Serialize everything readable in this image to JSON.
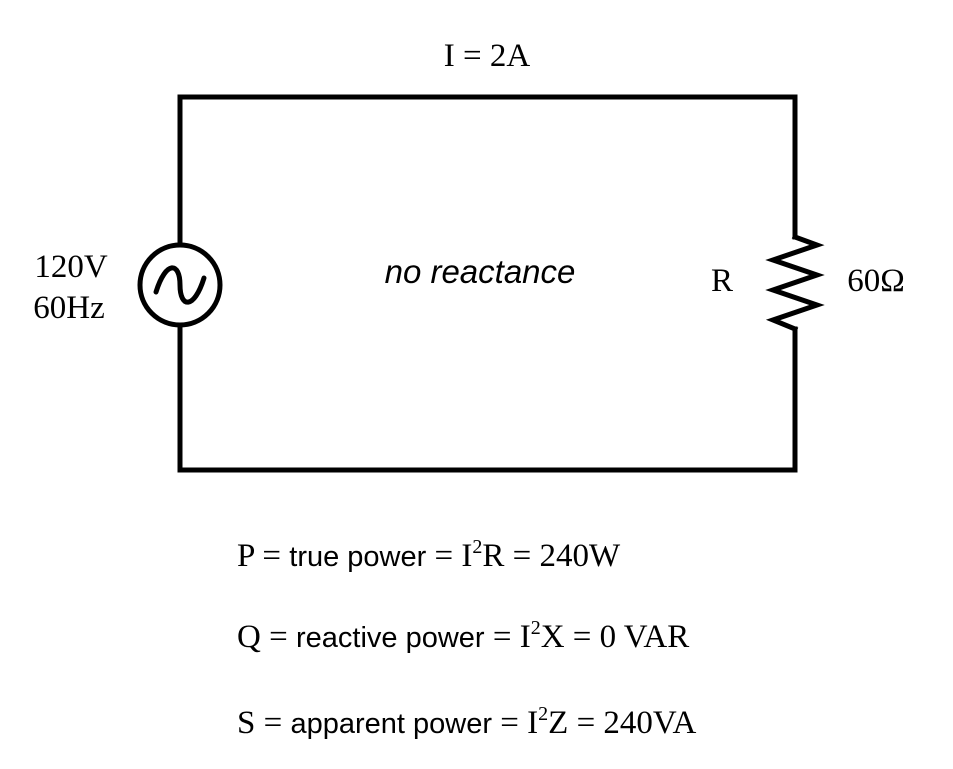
{
  "circuit": {
    "current_label": "I = 2A",
    "source": {
      "voltage": "120V",
      "frequency": "60Hz"
    },
    "center_note": "no reactance",
    "resistor": {
      "name": "R",
      "value": "60Ω"
    }
  },
  "equations": [
    {
      "lhs": "P",
      "eq1": " = ",
      "desc": "true power",
      "eq2": " = ",
      "base": "I",
      "sup": "2",
      "var": "R",
      "rhs": " = 240W"
    },
    {
      "lhs": "Q",
      "eq1": " = ",
      "desc": "reactive power",
      "eq2": " = ",
      "base": "I",
      "sup": "2",
      "var": "X",
      "rhs": " = 0 VAR"
    },
    {
      "lhs": "S",
      "eq1": " = ",
      "desc": "apparent power",
      "eq2": " = ",
      "base": "I",
      "sup": "2",
      "var": "Z",
      "rhs": " = 240VA"
    }
  ]
}
